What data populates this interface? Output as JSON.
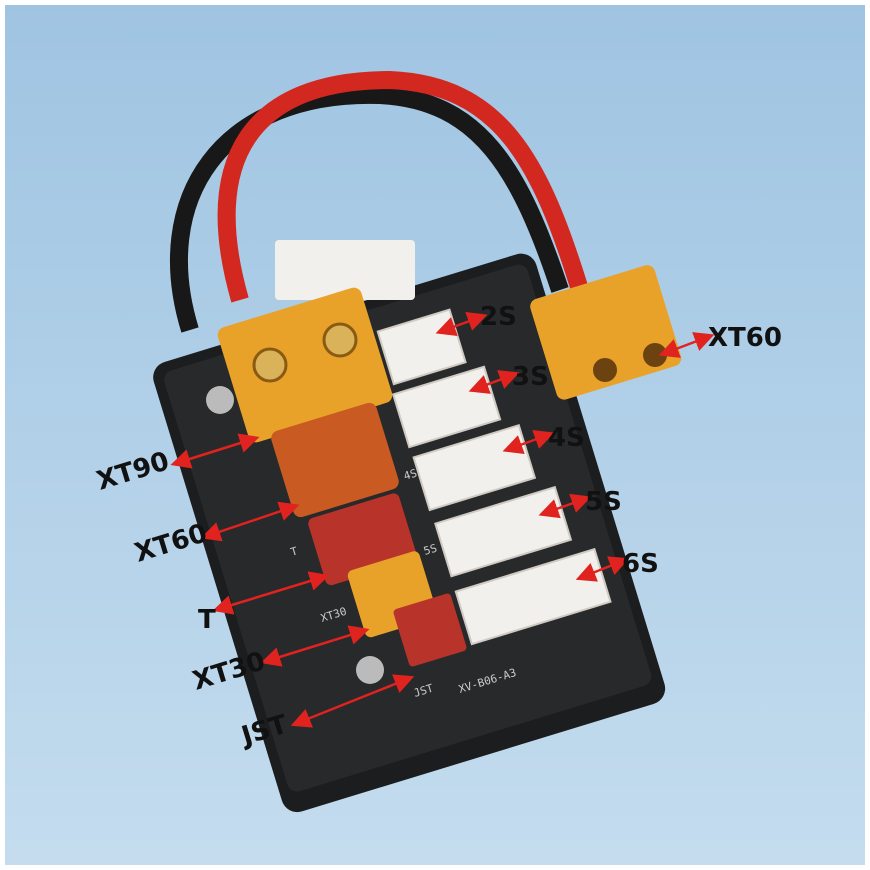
{
  "labels": {
    "s2": "2S",
    "s3": "3S",
    "s4": "4S",
    "s5": "5S",
    "s6": "6S",
    "xt60_cable": "XT60",
    "xt90": "XT90",
    "xt60": "XT60",
    "t": "T",
    "xt30": "XT30",
    "jst": "JST"
  },
  "board": {
    "silk_model": "XV-B06-A3",
    "silk_jst": "JST",
    "silk_xt30": "XT30",
    "silk_t": "T",
    "silk_5s": "5S",
    "silk_4s": "4S"
  },
  "colors": {
    "background": "#b4d3ea",
    "arrow": "#e0231e",
    "board": "#1c1d1f",
    "connector_yellow": "#e8a22a",
    "connector_red": "#b8342a",
    "balance_white": "#f2f0ec",
    "wire_red": "#d2281f"
  }
}
